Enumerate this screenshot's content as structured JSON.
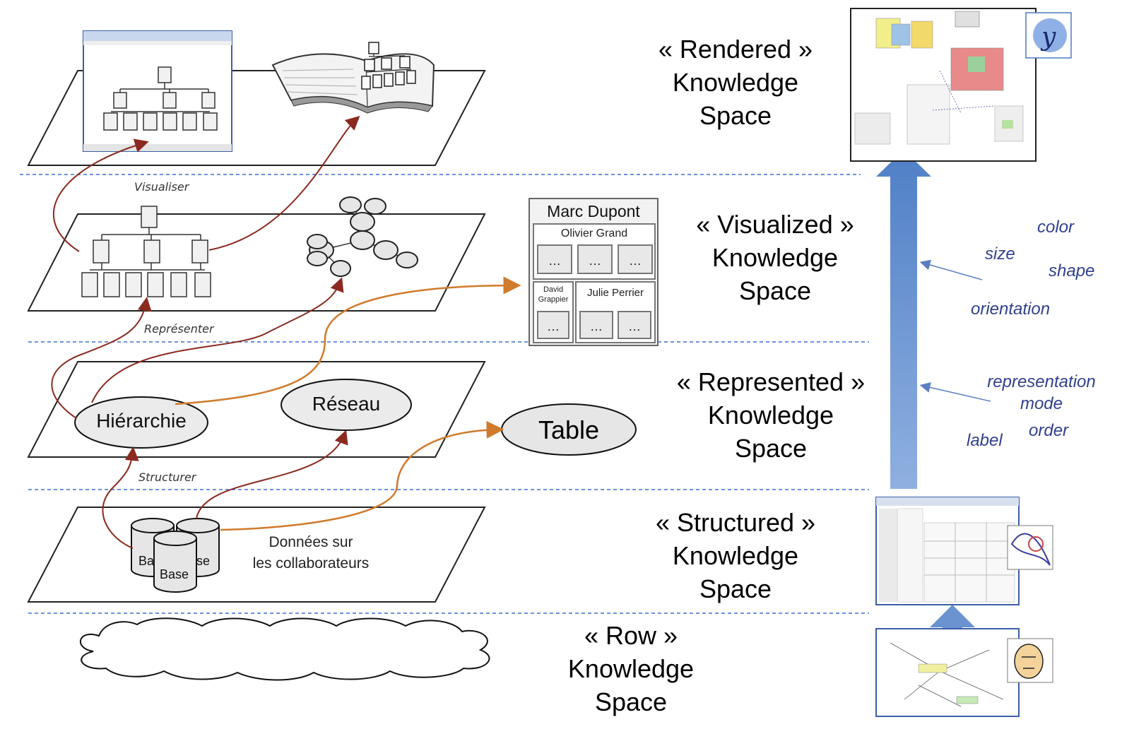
{
  "layers": [
    {
      "id": "rendered",
      "title": [
        "« Rendered »",
        "Knowledge",
        "Space"
      ]
    },
    {
      "id": "visualized",
      "title": [
        "« Visualized »",
        "Knowledge",
        "Space"
      ]
    },
    {
      "id": "represented",
      "title": [
        "« Represented »",
        "Knowledge",
        "Space"
      ]
    },
    {
      "id": "structured",
      "title": [
        "« Structured »",
        "Knowledge",
        "Space"
      ]
    },
    {
      "id": "row",
      "title": [
        "« Row »",
        "Knowledge",
        "Space"
      ]
    }
  ],
  "steps": {
    "visualiser": "Visualiser",
    "representer": "Représenter",
    "structurer": "Structurer"
  },
  "nodes": {
    "hierarchie": "Hiérarchie",
    "reseau": "Réseau",
    "table": "Table",
    "data_line1": "Données sur",
    "data_line2": "les collaborateurs",
    "base1": "Ba",
    "base2": "se",
    "base3": "Base"
  },
  "org_chart": {
    "top": "Marc Dupont",
    "sub1": "Olivier Grand",
    "sub2_line1": "David",
    "sub2_line2": "Grappier",
    "sub3": "Julie Perrier",
    "ellipsis": "…"
  },
  "attributes": {
    "color": "color",
    "size": "size",
    "shape": "shape",
    "orientation": "orientation",
    "representation_mode": [
      "representation",
      "mode"
    ],
    "order": "order",
    "label": "label"
  },
  "colors": {
    "arrow_red": "#8b2a1f",
    "arrow_orange": "#d07a2c",
    "big_arrow": "#6a93cf",
    "divider": "#3b6fd0",
    "attr_text": "#2f3f8f"
  }
}
